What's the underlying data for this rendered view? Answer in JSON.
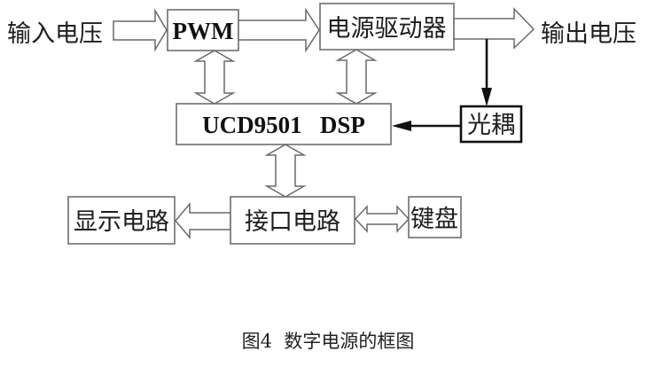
{
  "diagram": {
    "input_label": "输入电压",
    "output_label": "输出电压",
    "blocks": {
      "pwm": "PWM",
      "power_driver": "电源驱动器",
      "dsp": "UCD9501   DSP",
      "optocoupler": "光耦",
      "interface": "接口电路",
      "display": "显示电路",
      "keyboard": "键盘"
    },
    "connections": [
      {
        "from": "输入电压",
        "to": "PWM",
        "type": "hollow-arrow"
      },
      {
        "from": "PWM",
        "to": "电源驱动器",
        "type": "hollow-arrow"
      },
      {
        "from": "电源驱动器",
        "to": "输出电压",
        "type": "hollow-arrow"
      },
      {
        "from": "PWM",
        "to": "UCD9501 DSP",
        "type": "hollow-double-arrow"
      },
      {
        "from": "电源驱动器",
        "to": "UCD9501 DSP",
        "type": "hollow-double-arrow"
      },
      {
        "from": "输出电压",
        "to": "光耦",
        "type": "line-arrow"
      },
      {
        "from": "光耦",
        "to": "UCD9501 DSP",
        "type": "line-arrow"
      },
      {
        "from": "UCD9501 DSP",
        "to": "接口电路",
        "type": "hollow-double-arrow"
      },
      {
        "from": "接口电路",
        "to": "显示电路",
        "type": "hollow-arrow"
      },
      {
        "from": "接口电路",
        "to": "键盘",
        "type": "hollow-double-arrow"
      }
    ]
  },
  "caption": "图4  数字电源的框图"
}
